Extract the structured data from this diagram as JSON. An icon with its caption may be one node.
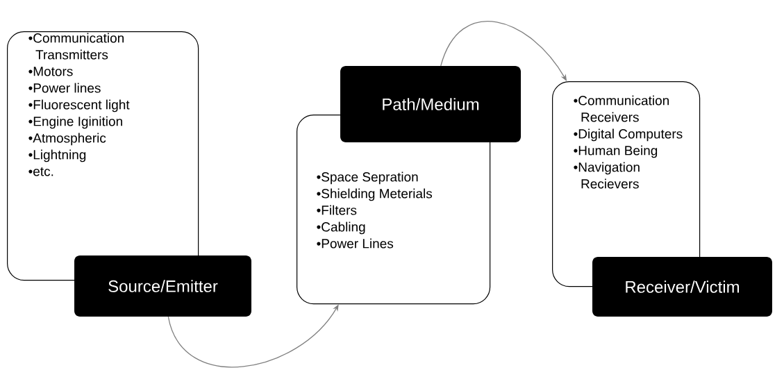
{
  "diagram": {
    "nodes": [
      {
        "text": [
          "•Communication Transmitters",
          "•Motors",
          "•Power lines",
          "•Fluorescent light",
          "•Engine Iginition",
          "•Atmospheric",
          "•Lightning",
          "•etc."
        ]
      },
      {
        "text": [
          "Source/Emitter"
        ]
      },
      {
        "text": [
          "•Space Sepration",
          "•Shielding Meterials",
          "•Filters",
          "•Cabling",
          "•Power Lines"
        ]
      },
      {
        "text": [
          "Path/Medium"
        ]
      },
      {
        "text": [
          "•Communication Receivers",
          "•Digital Computers",
          "•Human Being",
          "•Navigation Recievers"
        ]
      },
      {
        "text": [
          "Receiver/Victim"
        ]
      }
    ],
    "edges": [
      {
        "from": 1,
        "to": 2,
        "arrow": "to"
      },
      {
        "from": 3,
        "to": 4,
        "arrow": "to"
      }
    ]
  }
}
